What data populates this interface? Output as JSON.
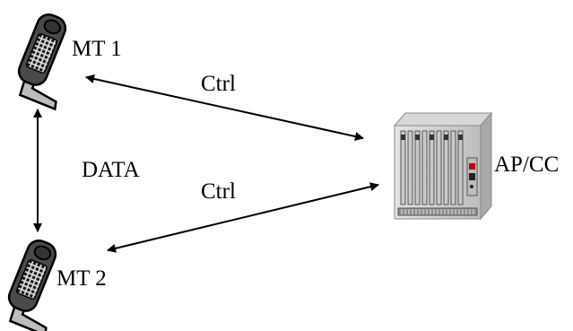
{
  "labels": {
    "mt1": "MT 1",
    "mt2": "MT 2",
    "apcc": "AP/CC",
    "ctrl_top": "Ctrl",
    "ctrl_bottom": "Ctrl",
    "data": "DATA"
  },
  "icons": {
    "handset_top": "mobile-handset-icon",
    "handset_bottom": "mobile-handset-icon",
    "rack": "server-rack-icon"
  }
}
